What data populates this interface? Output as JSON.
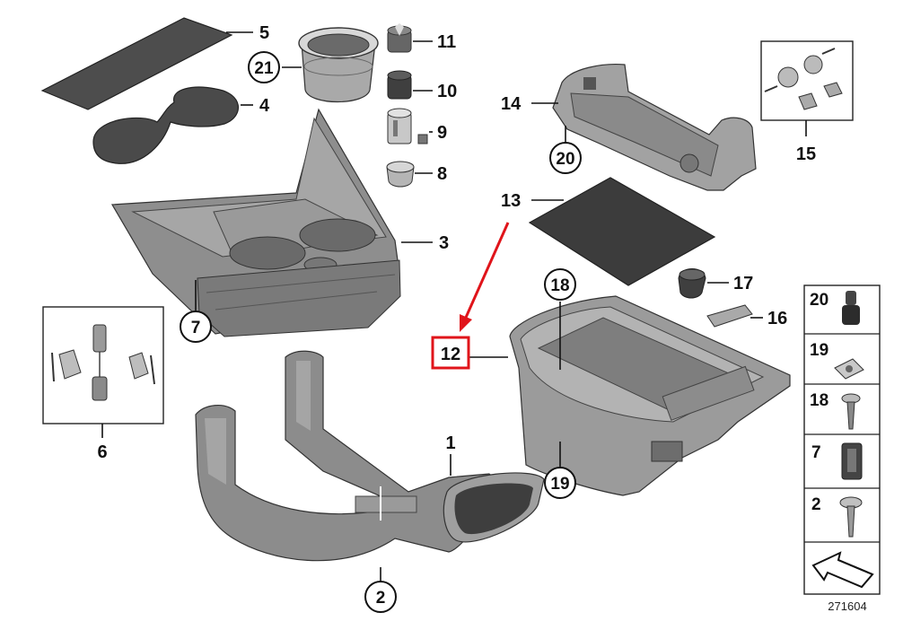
{
  "diagram": {
    "reference_number": "271604",
    "highlight_color": "#e0141a",
    "callouts": [
      {
        "id": "1",
        "label": "1",
        "circled": false
      },
      {
        "id": "2",
        "label": "2",
        "circled": true
      },
      {
        "id": "3",
        "label": "3",
        "circled": false
      },
      {
        "id": "4",
        "label": "4",
        "circled": false
      },
      {
        "id": "5",
        "label": "5",
        "circled": false
      },
      {
        "id": "6",
        "label": "6",
        "circled": false
      },
      {
        "id": "7",
        "label": "7",
        "circled": true
      },
      {
        "id": "8",
        "label": "8",
        "circled": false
      },
      {
        "id": "9",
        "label": "9",
        "circled": false
      },
      {
        "id": "10",
        "label": "10",
        "circled": false
      },
      {
        "id": "11",
        "label": "11",
        "circled": false
      },
      {
        "id": "12",
        "label": "12",
        "circled": false,
        "highlighted": true
      },
      {
        "id": "13",
        "label": "13",
        "circled": false
      },
      {
        "id": "14",
        "label": "14",
        "circled": false
      },
      {
        "id": "15",
        "label": "15",
        "circled": false
      },
      {
        "id": "16",
        "label": "16",
        "circled": false
      },
      {
        "id": "17",
        "label": "17",
        "circled": false
      },
      {
        "id": "18",
        "label": "18",
        "circled": true
      },
      {
        "id": "19",
        "label": "19",
        "circled": true
      },
      {
        "id": "20",
        "label": "20",
        "circled": true
      },
      {
        "id": "21",
        "label": "21",
        "circled": true
      }
    ],
    "legend_panel": [
      {
        "id": "20",
        "label": "20",
        "icon": "rubber-buffer-icon"
      },
      {
        "id": "19",
        "label": "19",
        "icon": "clip-nut-icon"
      },
      {
        "id": "18",
        "label": "18",
        "icon": "screw-icon"
      },
      {
        "id": "7",
        "label": "7",
        "icon": "expanding-clip-icon"
      },
      {
        "id": "2",
        "label": "2",
        "icon": "washer-screw-icon"
      }
    ]
  }
}
